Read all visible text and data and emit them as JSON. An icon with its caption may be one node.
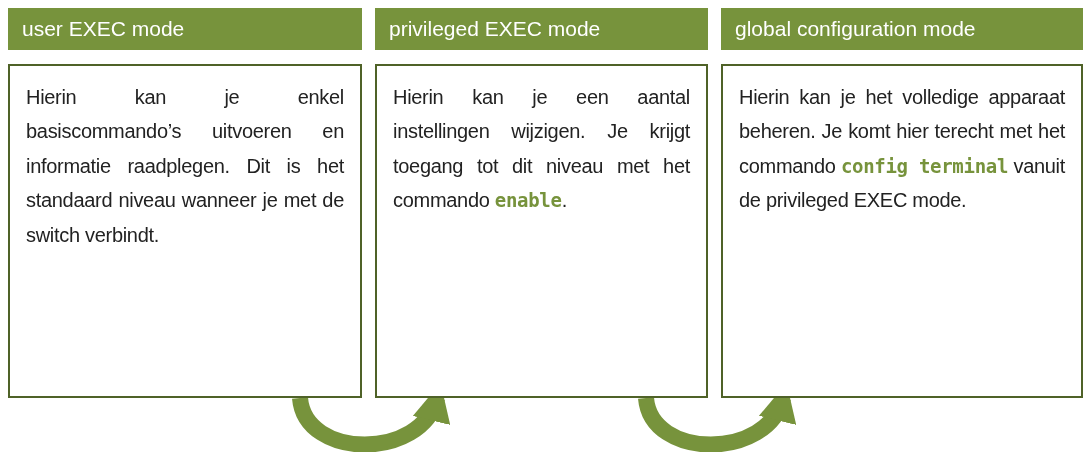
{
  "diagram": {
    "nodes": [
      {
        "text": [
          "user EXEC mode"
        ]
      },
      {
        "text": [
          "Hierin kan je enkel basiscommando’s uitvoeren en informatie raadplegen. Dit is het standaard niveau wanneer je met de switch verbindt."
        ]
      },
      {
        "text": [
          "privileged EXEC mode"
        ]
      },
      {
        "text": [
          "Hierin kan je een aantal instellingen wijzigen. Je krijgt toegang tot dit niveau met het commando **enable**."
        ]
      },
      {
        "text": [
          "global configuration mode"
        ]
      },
      {
        "text": [
          "Hierin kan je het volledige apparaat beheren. Je komt hier terecht met het commando **config terminal** vanuit de privileged EXEC mode."
        ]
      }
    ],
    "edges": [
      {
        "from": 1,
        "to": 3,
        "arrow": "to"
      },
      {
        "from": 3,
        "to": 5,
        "arrow": "to"
      }
    ]
  }
}
